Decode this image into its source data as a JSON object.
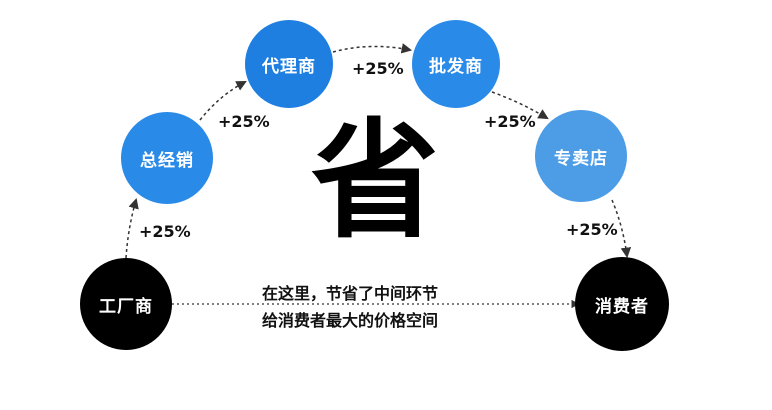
{
  "colors": {
    "black_node": "#000000",
    "blue_dark": "#1e7fe0",
    "blue_mid": "#2a8ae8",
    "blue_light": "#4c9ce6",
    "arrow": "#333333"
  },
  "nodes": {
    "factory": "工厂商",
    "general_distributor": "总经销",
    "agent": "代理商",
    "wholesaler": "批发商",
    "specialty_store": "专卖店",
    "consumer": "消费者"
  },
  "markups": {
    "factory_to_general": "+25%",
    "general_to_agent": "+25%",
    "agent_to_wholesaler": "+25%",
    "wholesaler_to_store": "+25%",
    "store_to_consumer": "+25%"
  },
  "center": {
    "headline_char": "省",
    "message_line1": "在这里，节省了中间环节",
    "message_line2": "给消费者最大的价格空间"
  }
}
